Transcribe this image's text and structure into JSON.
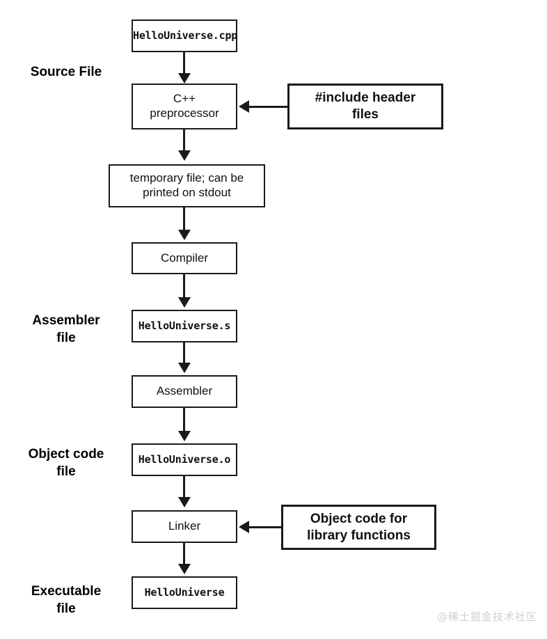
{
  "diagram": {
    "title": "C++ compilation pipeline",
    "accent_color": "#1a1a1a",
    "background_color": "#ffffff",
    "watermark": "@稀土掘金技术社区",
    "side_labels": [
      {
        "id": "source-file",
        "text": "Source File"
      },
      {
        "id": "assembler-file",
        "text": "Assembler\nfile"
      },
      {
        "id": "object-code-file",
        "text": "Object code\nfile"
      },
      {
        "id": "executable-file",
        "text": "Executable\nfile"
      }
    ],
    "nodes": [
      {
        "id": "hellouniverse-cpp",
        "text": "HelloUniverse.cpp",
        "style": "mono"
      },
      {
        "id": "cpp-preprocessor",
        "text": "C++\npreprocessor",
        "style": "plain"
      },
      {
        "id": "include-header-files",
        "text": "#include header\nfiles",
        "style": "strong"
      },
      {
        "id": "temporary-file",
        "text": "temporary file; can be\nprinted on stdout",
        "style": "plain"
      },
      {
        "id": "compiler",
        "text": "Compiler",
        "style": "plain"
      },
      {
        "id": "hellouniverse-s",
        "text": "HelloUniverse.s",
        "style": "mono"
      },
      {
        "id": "assembler",
        "text": "Assembler",
        "style": "plain"
      },
      {
        "id": "hellouniverse-o",
        "text": "HelloUniverse.o",
        "style": "mono"
      },
      {
        "id": "linker",
        "text": "Linker",
        "style": "plain"
      },
      {
        "id": "object-code-library",
        "text": "Object code for\nlibrary functions",
        "style": "strong"
      },
      {
        "id": "hellouniverse-exe",
        "text": "HelloUniverse",
        "style": "mono"
      }
    ],
    "edges": [
      {
        "from": "hellouniverse-cpp",
        "to": "cpp-preprocessor",
        "direction": "down"
      },
      {
        "from": "include-header-files",
        "to": "cpp-preprocessor",
        "direction": "left"
      },
      {
        "from": "cpp-preprocessor",
        "to": "temporary-file",
        "direction": "down"
      },
      {
        "from": "temporary-file",
        "to": "compiler",
        "direction": "down"
      },
      {
        "from": "compiler",
        "to": "hellouniverse-s",
        "direction": "down"
      },
      {
        "from": "hellouniverse-s",
        "to": "assembler",
        "direction": "down"
      },
      {
        "from": "assembler",
        "to": "hellouniverse-o",
        "direction": "down"
      },
      {
        "from": "hellouniverse-o",
        "to": "linker",
        "direction": "down"
      },
      {
        "from": "object-code-library",
        "to": "linker",
        "direction": "left"
      },
      {
        "from": "linker",
        "to": "hellouniverse-exe",
        "direction": "down"
      }
    ]
  }
}
